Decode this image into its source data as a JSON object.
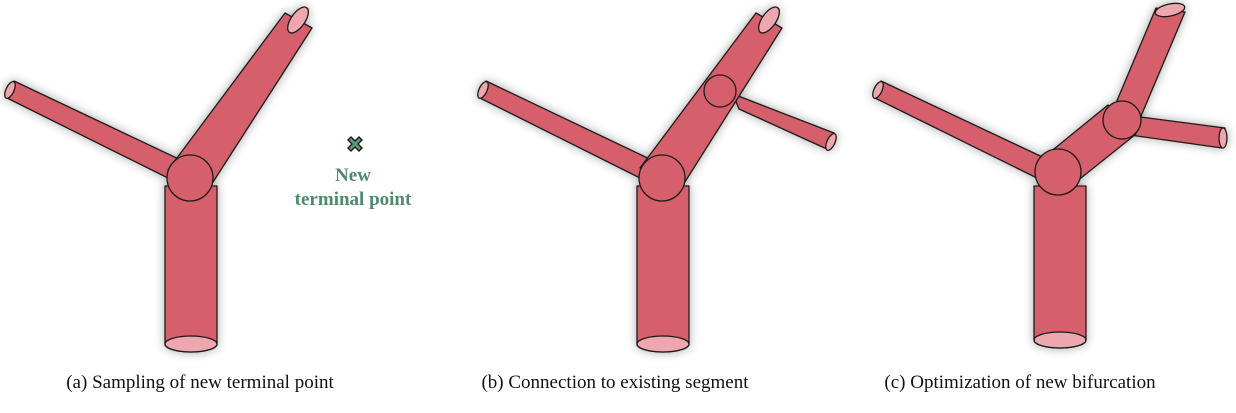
{
  "colors": {
    "vessel": "#d55f6b",
    "vessel_cap": "#efa7af",
    "outline": "#1a1a1a",
    "terminal_marker": "#5a9c76",
    "terminal_label": "#4e8a6b"
  },
  "panels": [
    {
      "caption": "(a) Sampling of new terminal point",
      "terminal_label_lines": [
        "New",
        "terminal point"
      ]
    },
    {
      "caption": "(b) Connection to existing segment"
    },
    {
      "caption": "(c) Optimization of new bifurcation"
    }
  ]
}
